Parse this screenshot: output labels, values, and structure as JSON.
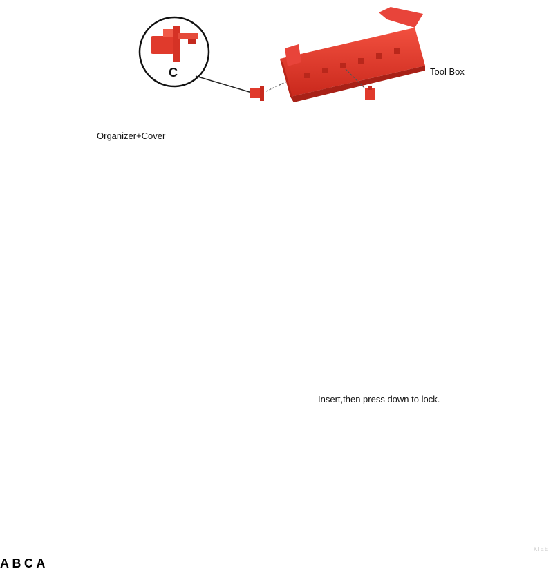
{
  "labels": {
    "tool_box": "Tool Box",
    "organizer_cover": "Organizer+Cover",
    "instruction": "Insert,then press down to lock."
  },
  "callouts": {
    "c_top": "C",
    "a_top": "A",
    "b_mid": "B",
    "c_mid": "C",
    "a_bottom": "A"
  },
  "watermark": "KIEE",
  "colors": {
    "product_red": "#e8392b",
    "board_black": "#2b2b2b",
    "line": "#222222"
  },
  "icons": [
    "dots-plus-icon"
  ]
}
